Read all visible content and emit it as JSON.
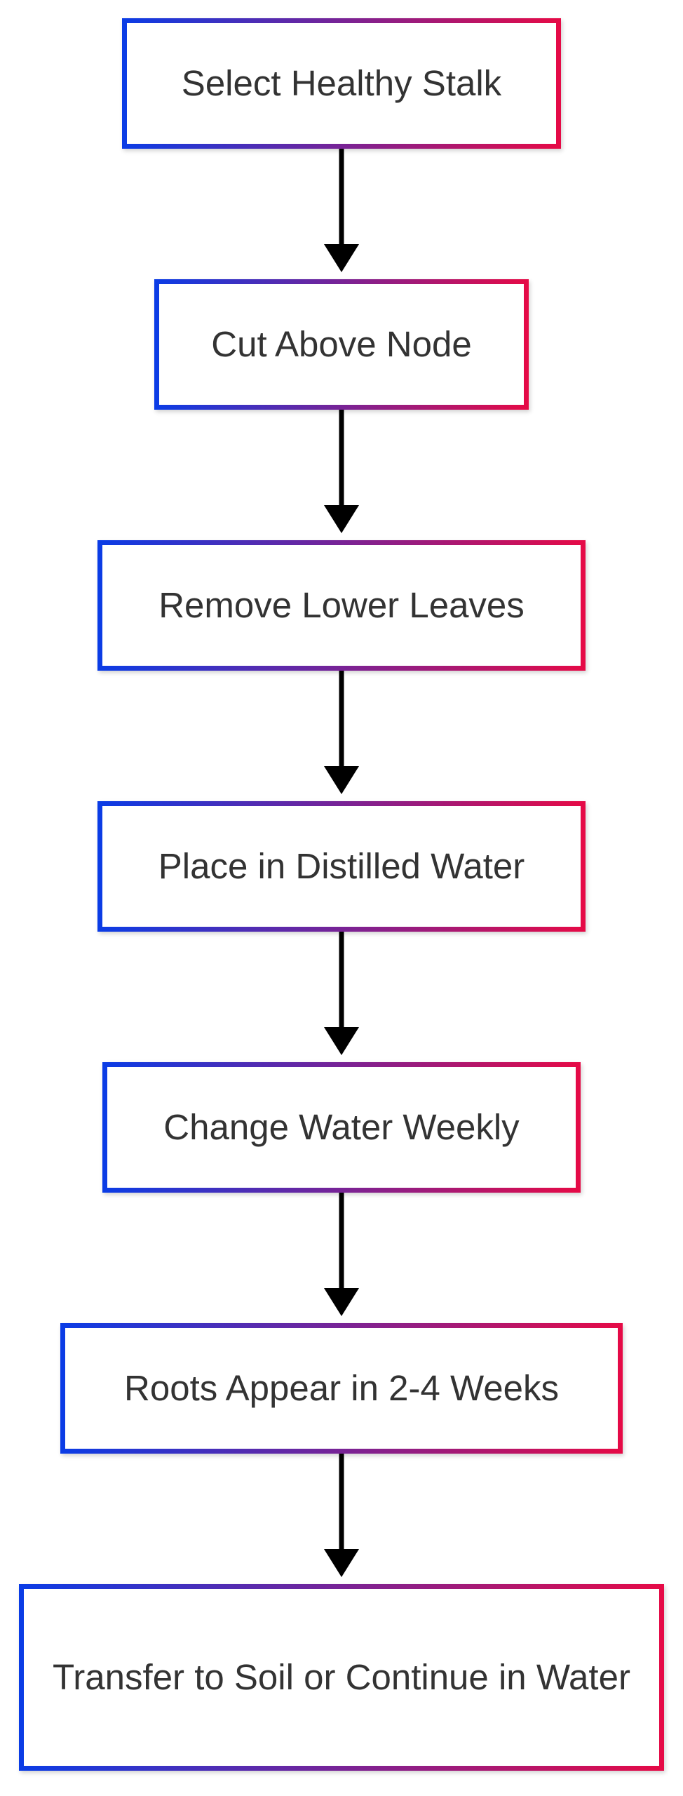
{
  "colors": {
    "border_start": "#0a3ce6",
    "border_end": "#e60a46",
    "arrow": "#000000",
    "text": "#333333"
  },
  "flowchart": {
    "steps": [
      {
        "label": "Select Healthy Stalk"
      },
      {
        "label": "Cut Above Node"
      },
      {
        "label": "Remove Lower Leaves"
      },
      {
        "label": "Place in Distilled Water"
      },
      {
        "label": "Change Water Weekly"
      },
      {
        "label": "Roots Appear in 2-4 Weeks"
      },
      {
        "label": "Transfer to Soil or Continue in Water"
      }
    ]
  }
}
